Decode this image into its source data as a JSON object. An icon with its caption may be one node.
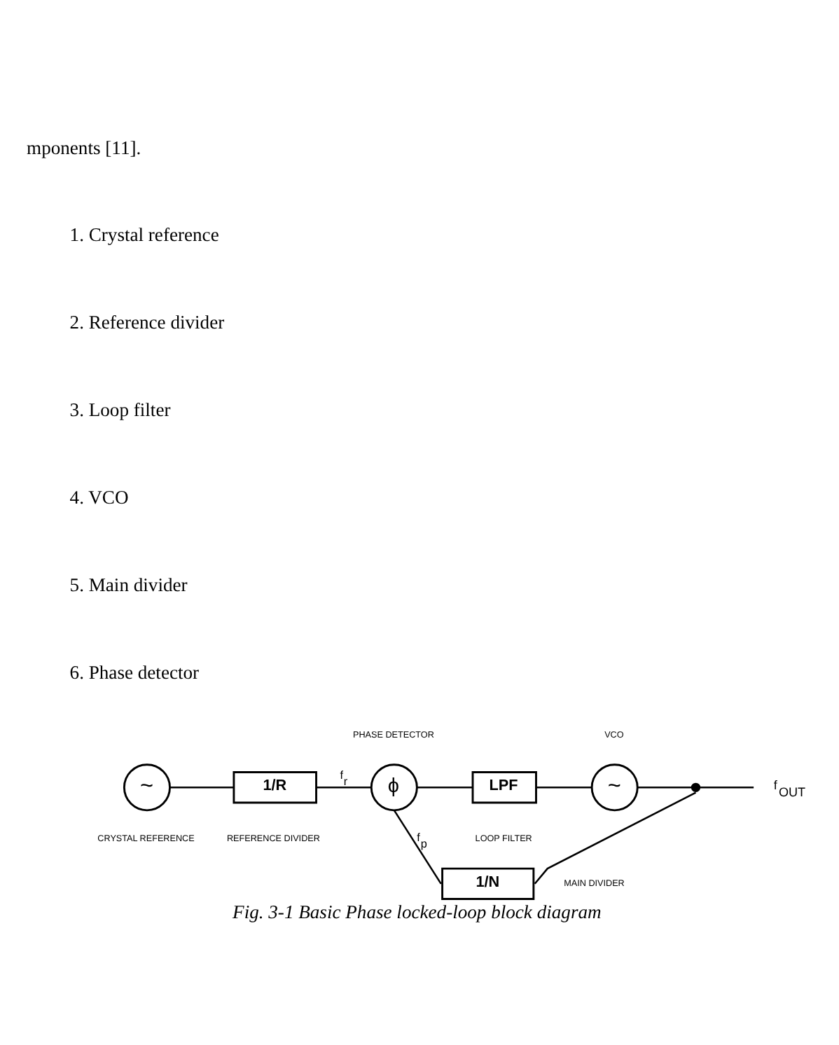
{
  "diagram": {
    "caption": "Fig. 3-1 Basic Phase locked-loop block diagram",
    "nodes": [
      {
        "text": [
          "~"
        ],
        "beside": [
          "CRYSTAL REFERENCE"
        ]
      },
      {
        "text": [
          "1/R"
        ],
        "beside": [
          "REFERENCE DIVIDER"
        ]
      },
      {
        "text": [
          "ϕ"
        ],
        "beside": [
          "PHASE DETECTOR"
        ]
      },
      {
        "text": [
          "LPF"
        ],
        "beside": [
          "LOOP FILTER"
        ]
      },
      {
        "text": [
          "~"
        ],
        "beside": [
          "VCO"
        ]
      },
      {
        "text": [],
        "shape": "dot"
      },
      {
        "text": [
          "f$_{OUT}$"
        ]
      },
      {
        "text": [
          "1/N"
        ],
        "beside": [
          "MAIN DIVIDER"
        ]
      }
    ],
    "edges": [
      {
        "from": 0,
        "to": 1,
        "arrow": "none"
      },
      {
        "from": 1,
        "to": 2,
        "arrow": "none",
        "label": "f$_{r}$"
      },
      {
        "from": 2,
        "to": 3,
        "arrow": "none"
      },
      {
        "from": 3,
        "to": 4,
        "arrow": "none"
      },
      {
        "from": 4,
        "to": 5,
        "arrow": "none"
      },
      {
        "from": 5,
        "to": 6,
        "arrow": "none"
      },
      {
        "from": 5,
        "to": 7,
        "arrow": "none"
      },
      {
        "from": 7,
        "to": 2,
        "arrow": "none",
        "label": "f$_{p}$"
      }
    ],
    "labels": [
      "mponents [11].",
      "1. Crystal reference",
      "2. Reference divider",
      "3. Loop filter",
      "4. VCO",
      "5. Main divider",
      "6. Phase detector"
    ]
  }
}
